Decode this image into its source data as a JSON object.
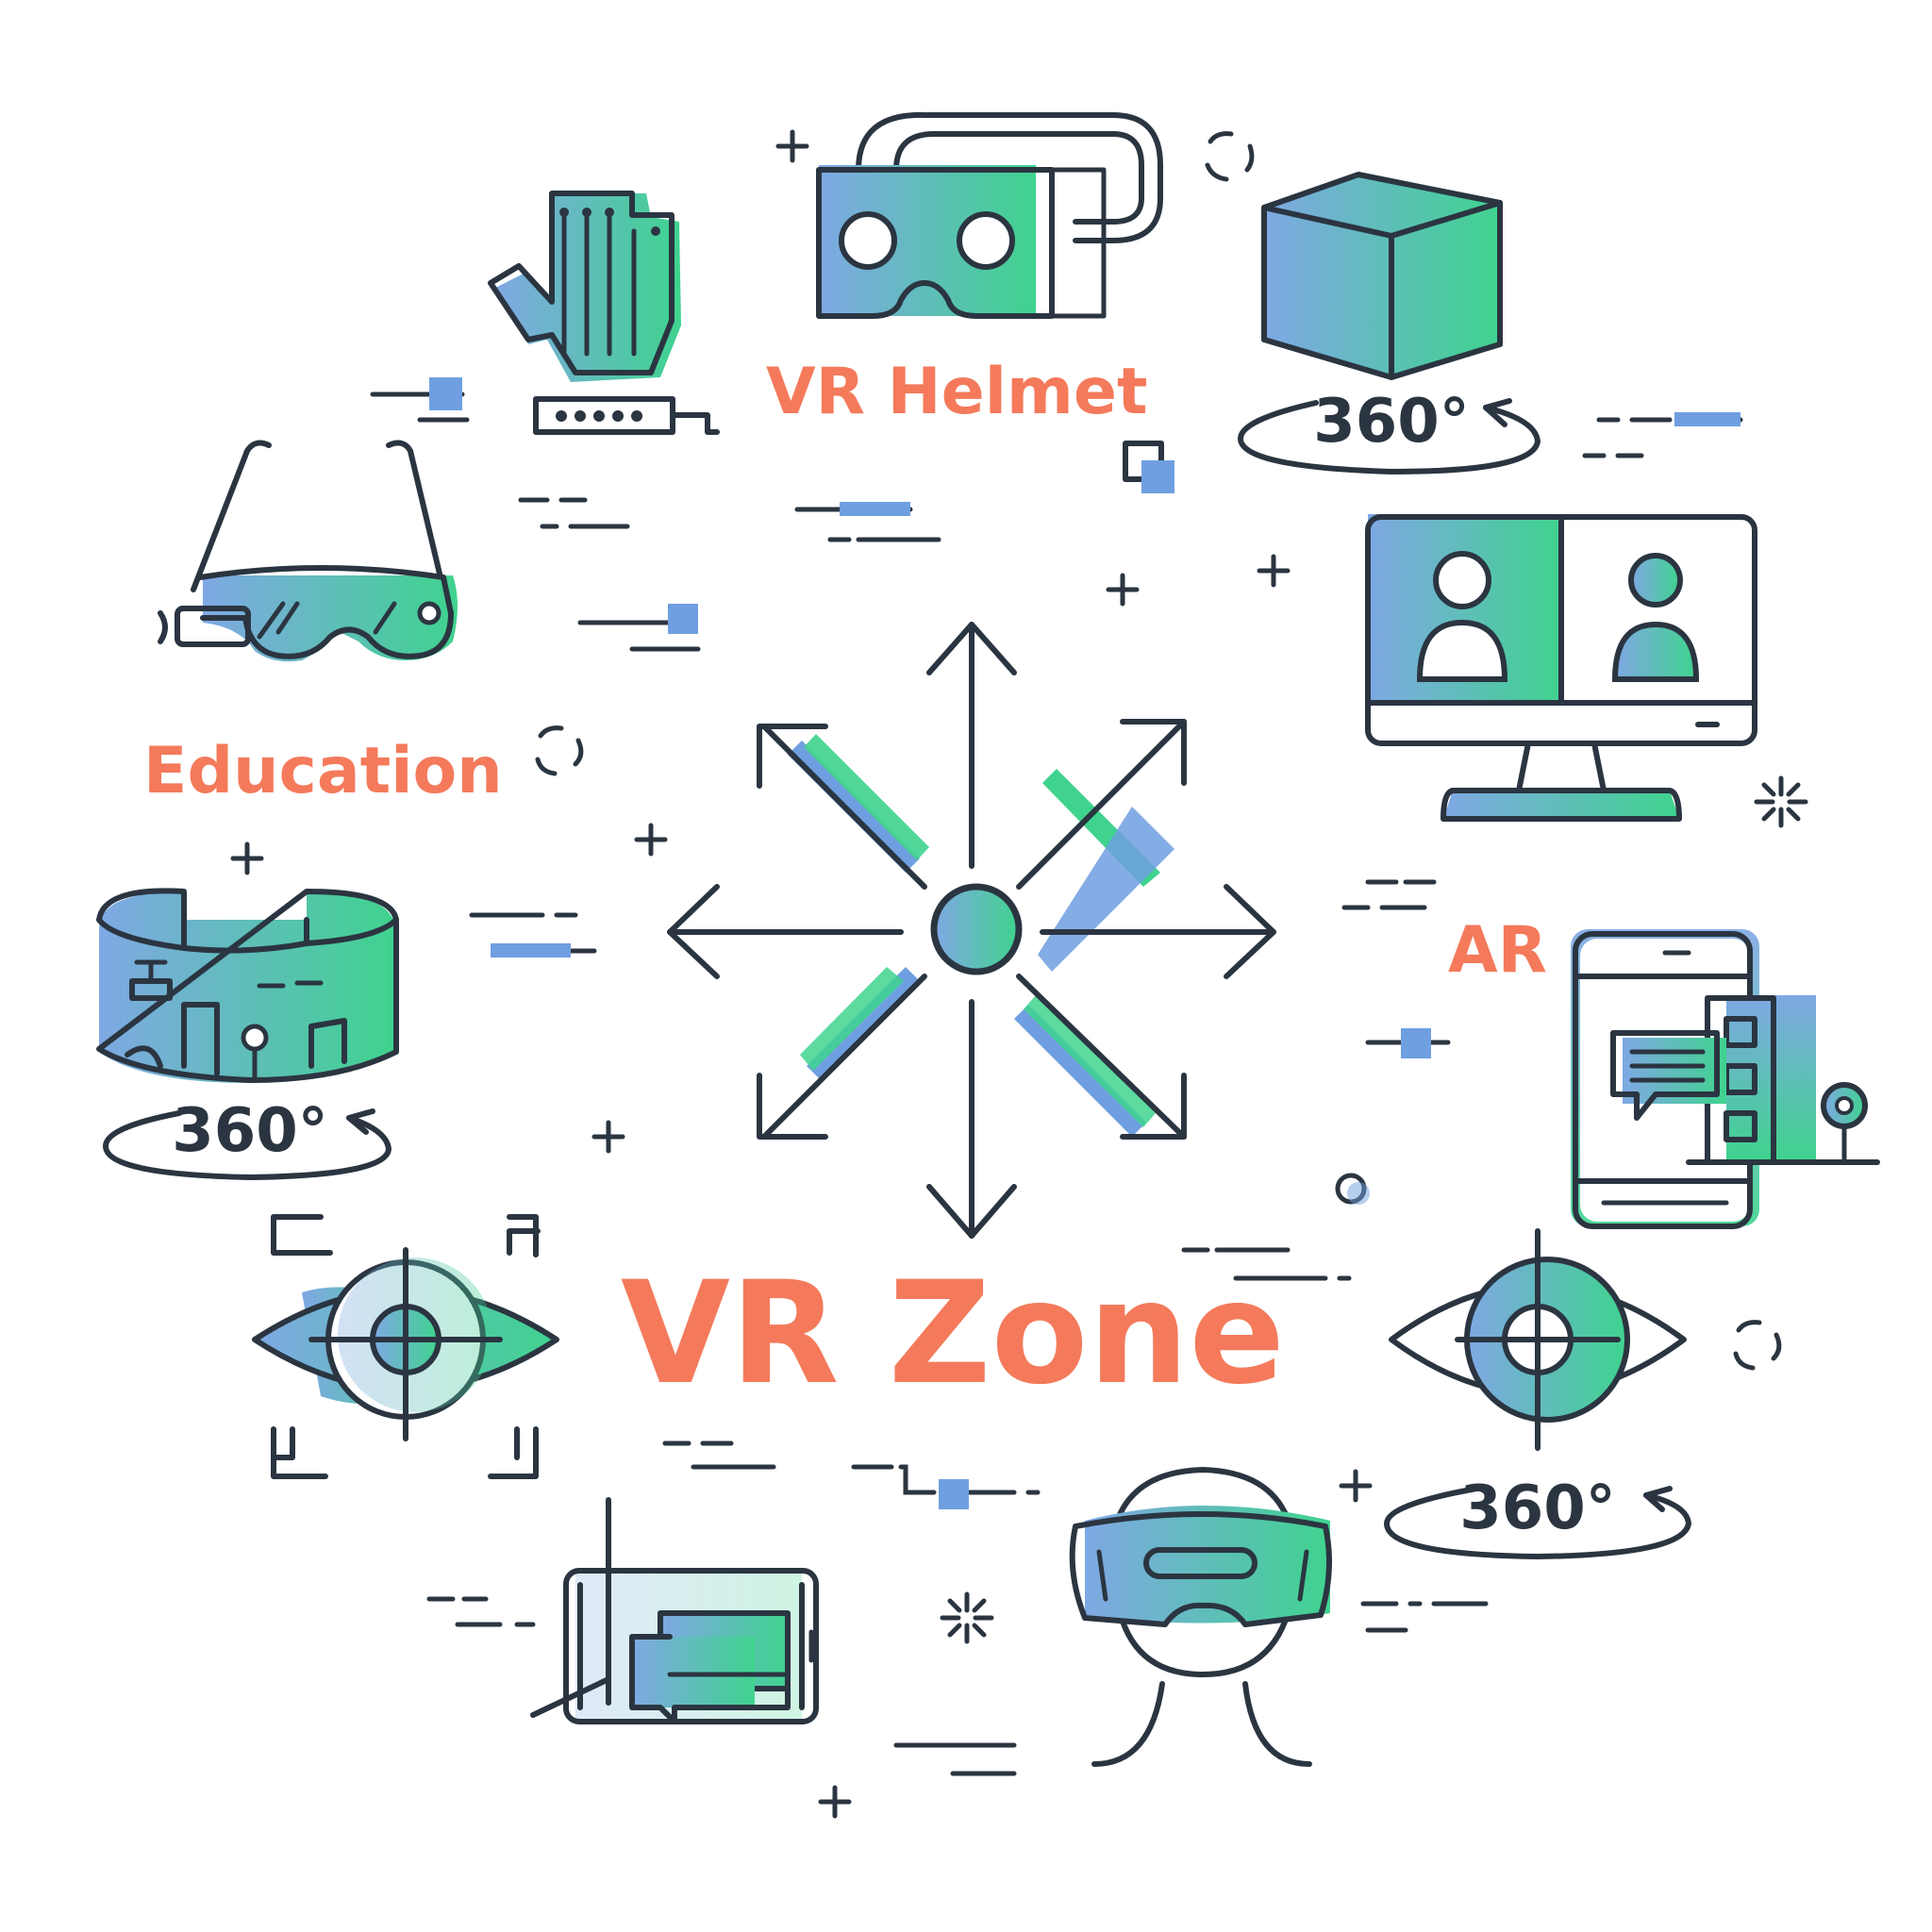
{
  "title": "VR Zone",
  "labels": {
    "vr_helmet": "VR Helmet",
    "education": "Education",
    "ar": "AR"
  },
  "degree_labels": {
    "cube": "360°",
    "panorama": "360°",
    "headset": "360°"
  },
  "colors": {
    "gradient_start": "#7fa8e4",
    "gradient_end": "#3fd38e",
    "line": "#2b3541",
    "label": "#f47a5b",
    "accent": "#6f9fe0"
  },
  "icons": [
    "vr-glove-icon",
    "vr-cardboard-icon",
    "cube-icon",
    "video-call-monitor-icon",
    "smart-glasses-icon",
    "panorama-screen-icon",
    "hub-arrows-icon",
    "ar-phone-icon",
    "eye-target-icon",
    "eye-tracking-icon",
    "ar-tablet-icon",
    "vr-headset-person-icon"
  ]
}
